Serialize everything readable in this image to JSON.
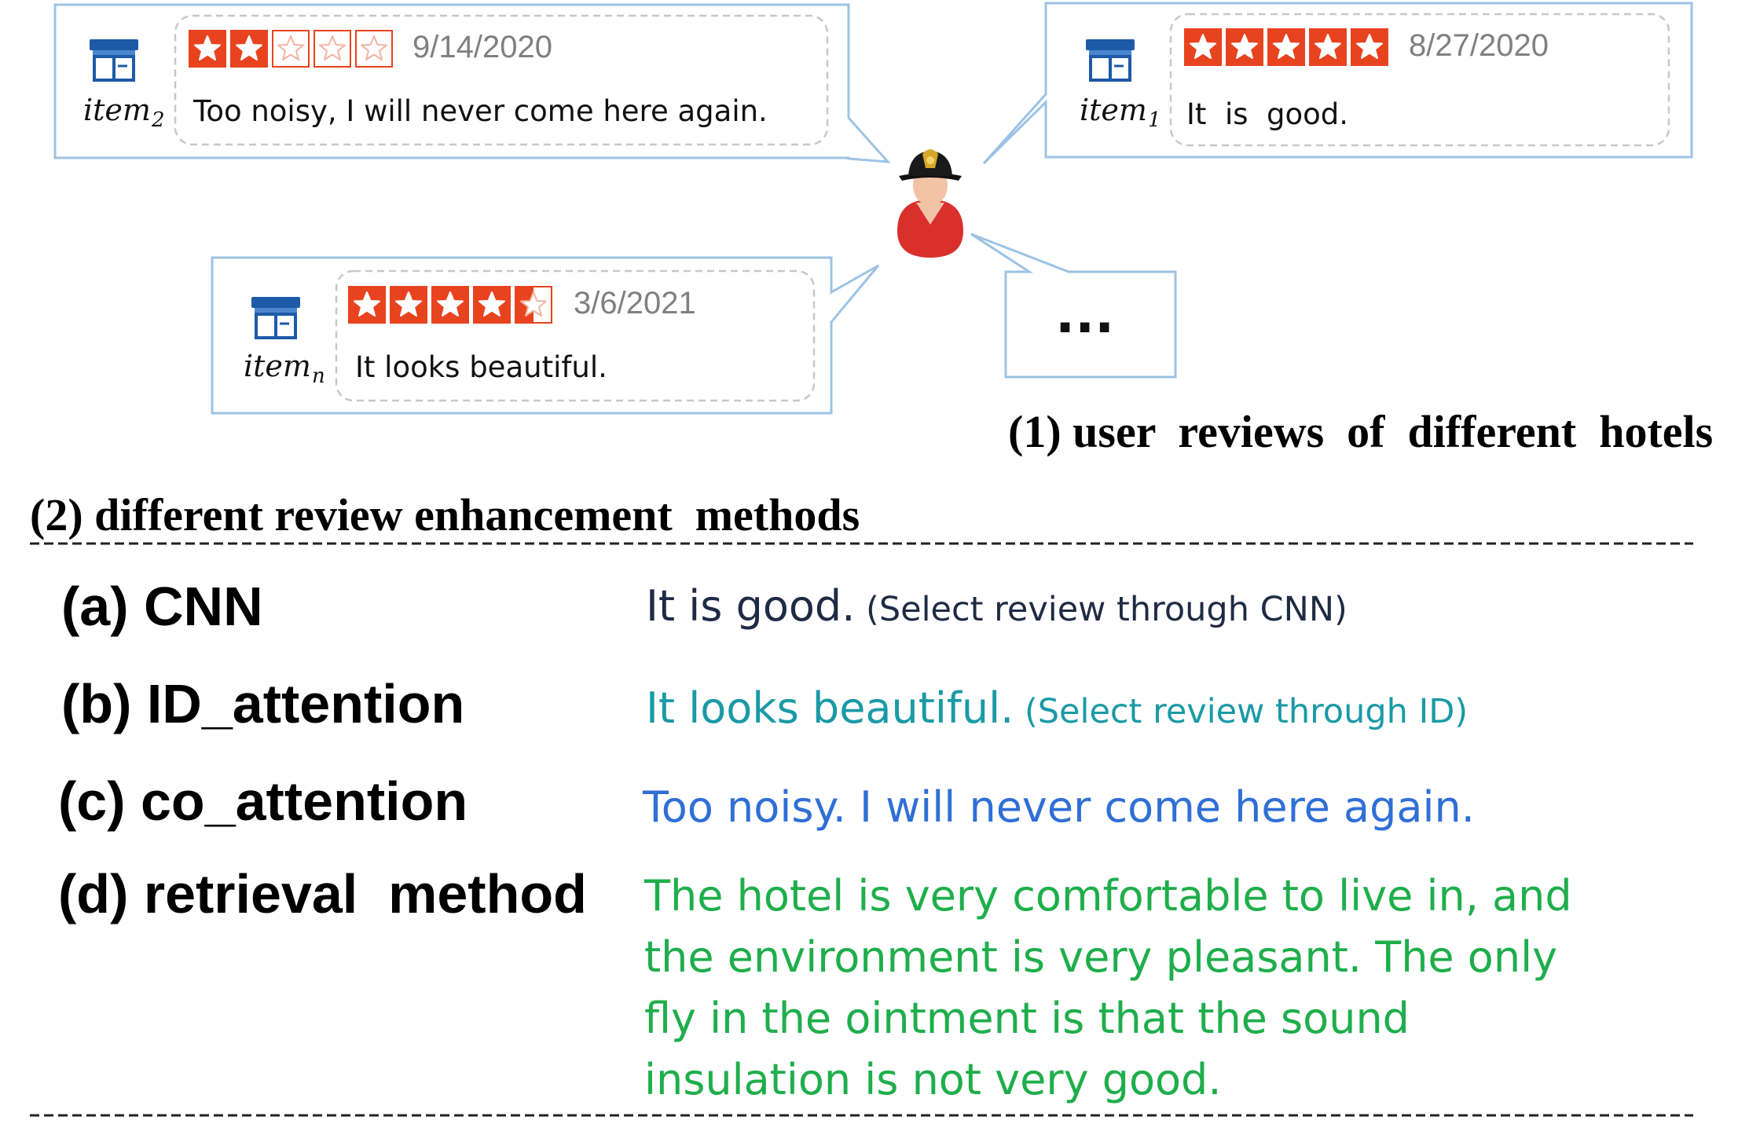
{
  "reviews": [
    {
      "item_base": "item",
      "item_sub": "2",
      "rating": 2,
      "max_rating": 5,
      "date": "9/14/2020",
      "text": "Too noisy, I will never come here again."
    },
    {
      "item_base": "item",
      "item_sub": "1",
      "rating": 5,
      "max_rating": 5,
      "date": "8/27/2020",
      "text": "It  is  good."
    },
    {
      "item_base": "item",
      "item_sub": "n",
      "rating": 4.5,
      "max_rating": 5,
      "date": "3/6/2021",
      "text": "It looks beautiful."
    }
  ],
  "more_reviews": "...",
  "section1_title": "(1) user  reviews  of  different  hotels",
  "section2_title": "(2) different review enhancement  methods",
  "methods": [
    {
      "label": "(a) CNN",
      "result": "It is good.",
      "note": " (Select review through CNN)",
      "color": "#1f2b44"
    },
    {
      "label": "(b) ID_attention",
      "result": "It looks beautiful.",
      "note": " (Select review through ID)",
      "color": "#1a9aa6"
    },
    {
      "label": "(c) co_attention",
      "result": "Too noisy. I will never come here again.",
      "note": "",
      "color": "#2f6fd6"
    },
    {
      "label": "(d) retrieval  method",
      "result_lines": [
        "The hotel is very comfortable to live in, and",
        "the environment is very pleasant. The only",
        "fly in the ointment is that the sound",
        "insulation is not very good."
      ],
      "color": "#1eae4b"
    }
  ],
  "colors": {
    "star": "#e8431f",
    "bubble_border": "#9cc3e5",
    "store_icon": "#1d5aa8",
    "date": "#808080"
  },
  "icons": [
    "store-icon",
    "user-avatar-icon",
    "star-icon"
  ]
}
